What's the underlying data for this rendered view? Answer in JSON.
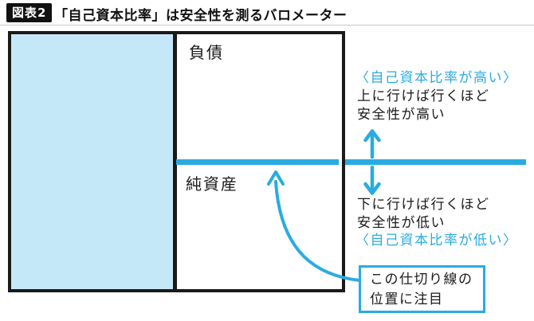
{
  "colors": {
    "accent_blue": "#29abe2",
    "assets_fill": "#c5e8f8",
    "ink": "#1a1a1a",
    "header_rule": "#c9c9c9"
  },
  "header": {
    "badge": "図表2",
    "title": "「自己資本比率」は安全性を測るバロメーター"
  },
  "diagram": {
    "liabilities_label": "負債",
    "net_assets_label": "純資産",
    "high_ratio_label": "〈自己資本比率が高い〉",
    "higher_note_line1": "上に行けば行くほど",
    "higher_note_line2": "安全性が高い",
    "lower_note_line1": "下に行けば行くほど",
    "lower_note_line2": "安全性が低い",
    "low_ratio_label": "〈自己資本比率が低い〉",
    "callout": {
      "line1": "この仕切り線の",
      "line2": "位置に注目"
    }
  }
}
